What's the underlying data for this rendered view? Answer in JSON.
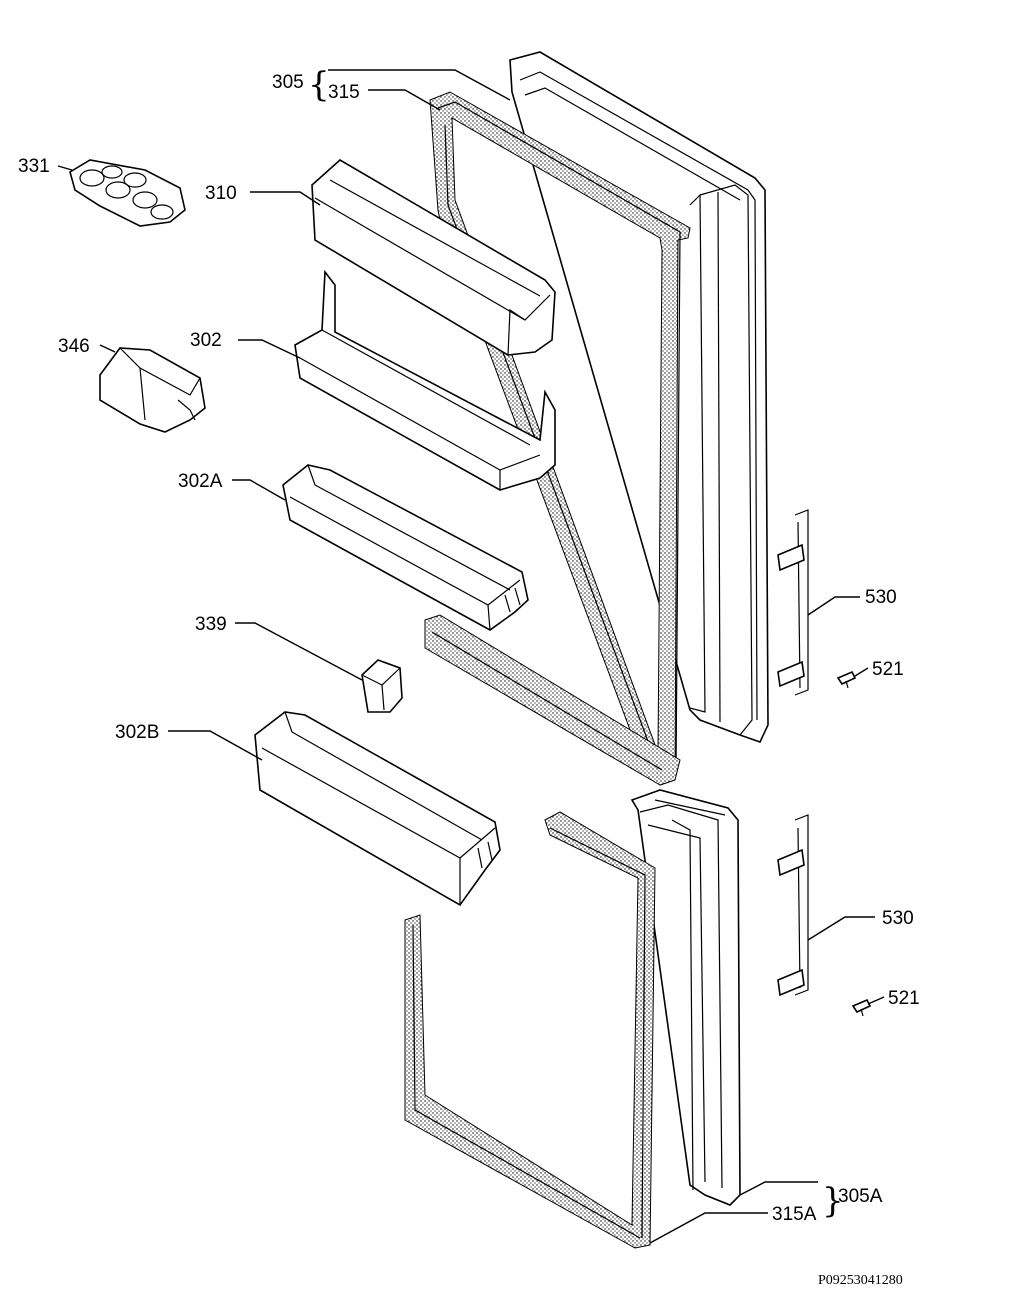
{
  "labels": {
    "l305": "305",
    "l315": "315",
    "l331": "331",
    "l310": "310",
    "l346": "346",
    "l302": "302",
    "l302a": "302A",
    "l339": "339",
    "l302b": "302B",
    "l530a": "530",
    "l521a": "521",
    "l530b": "530",
    "l521b": "521",
    "l305a": "305A",
    "l315a": "315A"
  },
  "drawing_code": "P09253041280"
}
